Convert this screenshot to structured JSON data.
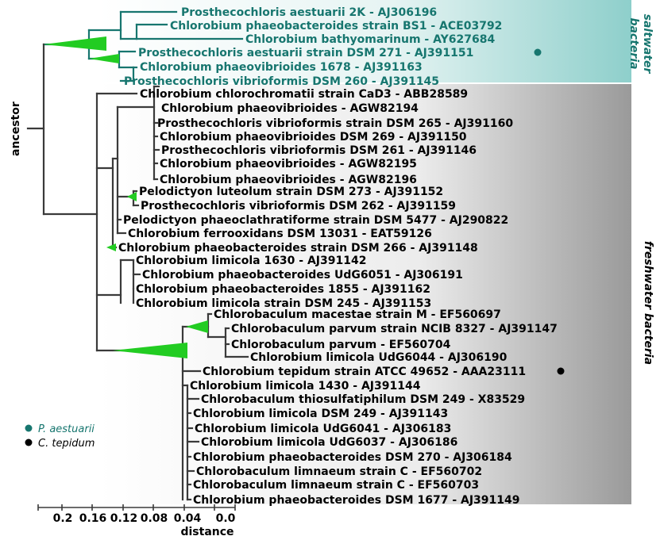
{
  "colors": {
    "saltwater": "#17766f",
    "freshwater": "#000000",
    "accent_green": "#22cc22",
    "salt_band": "#8ecfcb",
    "fresh_band": "#9a9a9a"
  },
  "labels": {
    "root_axis": "ancestor",
    "saltwater_group": [
      "saltwater",
      "bacteria"
    ],
    "freshwater_group": "freshwater bacteria",
    "distance_axis": "distance"
  },
  "legend": [
    {
      "label": "P. aestuarii",
      "color": "#17766f"
    },
    {
      "label": "C. tepidum",
      "color": "#000000"
    }
  ],
  "ticks": [
    "0.2",
    "0.16",
    "0.12",
    "0.08",
    "0.04",
    "0.0"
  ],
  "taxa": [
    "Prosthecochloris aestuarii 2K - AJ306196",
    "Chlorobium phaeobacteroides strain BS1 - ACE03792",
    "Chlorobium bathyomarinum - AY627684",
    "Prosthecochloris aestuarii strain DSM 271 - AJ391151",
    "Chlorobium phaeovibrioides 1678 - AJ391163",
    "Prosthecochloris vibrioformis DSM 260 - AJ391145",
    "Chlorobium chlorochromatii strain CaD3 - ABB28589",
    "Chlorobium phaeovibrioides - AGW82194",
    "Prosthecochloris vibrioformis strain DSM 265 - AJ391160",
    "Chlorobium phaeovibrioides DSM 269 - AJ391150",
    "Prosthecochloris vibrioformis DSM 261 - AJ391146",
    "Chlorobium phaeovibrioides - AGW82195",
    "Chlorobium phaeovibrioides - AGW82196",
    "Pelodictyon luteolum strain DSM 273 - AJ391152",
    "Prosthecochloris vibrioformis DSM 262 - AJ391159",
    "Pelodictyon phaeoclathratiforme strain DSM 5477 - AJ290822",
    "Chlorobium ferrooxidans DSM 13031 - EAT59126",
    "Chlorobium phaeobacteroides strain DSM 266 - AJ391148",
    "Chlorobium limicola 1630 - AJ391142",
    "Chlorobium phaeobacteroides UdG6051 - AJ306191",
    "Chlorobium phaeobacteroides 1855 - AJ391162",
    "Chlorobium limicola strain DSM 245 - AJ391153",
    "Chlorobaculum macestae strain M - EF560697",
    "Chlorobaculum parvum strain NCIB 8327 - AJ391147",
    "Chlorobaculum parvum - EF560704",
    "Chlorobium limicola UdG6044 - AJ306190",
    "Chlorobium tepidum strain ATCC 49652 - AAA23111",
    "Chlorobium limicola 1430 - AJ391144",
    "Chlorobaculum thiosulfatiphilum DSM 249 - X83529",
    "Chlorobium limicola DSM 249 - AJ391143",
    "Chlorobium limicola UdG6041 - AJ306183",
    "Chlorobium limicola UdG6037 - AJ306186",
    "Chlorobium phaeobacteroides DSM 270 - AJ306184",
    "Chlorobaculum limnaeum strain C - EF560702",
    "Chlorobaculum limnaeum strain C - EF560703",
    "Chlorobium phaeobacteroides DSM 1677 - AJ391149"
  ]
}
